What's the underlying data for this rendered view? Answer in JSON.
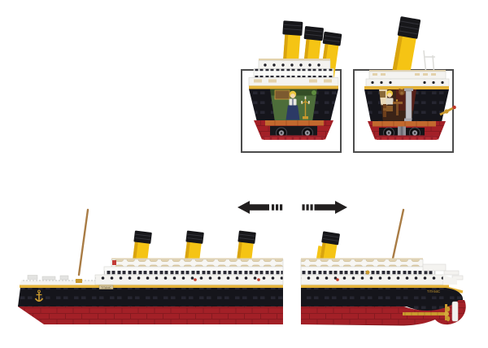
{
  "page": {
    "background": "#ffffff",
    "description": "Product photo of a brick-built Titanic model: two framed cross-section insets on top, split-apart arrows in the middle, and the ship separated into bow and stern halves below."
  },
  "labels": {
    "bow_nameplate": "TITANIC",
    "stern_nameplate": "TITANIC"
  },
  "icons": {
    "left_arrow": "split-apart-left-arrow",
    "right_arrow": "split-apart-right-arrow",
    "anchor": "gold-anchor-emblem"
  },
  "insets": {
    "left": {
      "content": "midship cross-section: 3 funnels, saloon interior with woman minifigure in blue dress and gold candelabra, two wheels below deck",
      "funnels": 3
    },
    "right": {
      "content": "stern cross-section: 1 funnel, cabin interior with seated minifigure, teddy bear and gray boiler pillar, propeller shaft poking out",
      "funnels": 1
    }
  },
  "ship": {
    "bow_half": {
      "funnels": 3,
      "masts": 1,
      "porthole_rows": 1
    },
    "stern_half": {
      "funnels": 1,
      "masts": 1,
      "propeller": "gold"
    }
  },
  "colors": {
    "background": "#ffffff",
    "hull_red": "#a32027",
    "hull_red_dark": "#871a20",
    "band_black": "#15151b",
    "stud_black": "#262631",
    "stripe_gold": "#e4b238",
    "funnel_yellow": "#f5c414",
    "funnel_shade": "#d9a40e",
    "funnel_cap": "#17171a",
    "deck_white": "#f4f3f0",
    "deck_cream": "#e3d2ac",
    "mast_brown": "#a97c45",
    "gold_detail": "#c9992e",
    "floor_orange": "#c2692e",
    "interior_green": "#4d6d3a",
    "interior_brown": "#3b2317",
    "wheel_gray": "#93939c",
    "arrow_black": "#221f1f",
    "inset_border": "#4c4c4c",
    "navy_dress": "#2c3a66",
    "hair_yellow": "#e9c63c",
    "skin": "#f4d8ae",
    "red_accent": "#c0392b"
  }
}
